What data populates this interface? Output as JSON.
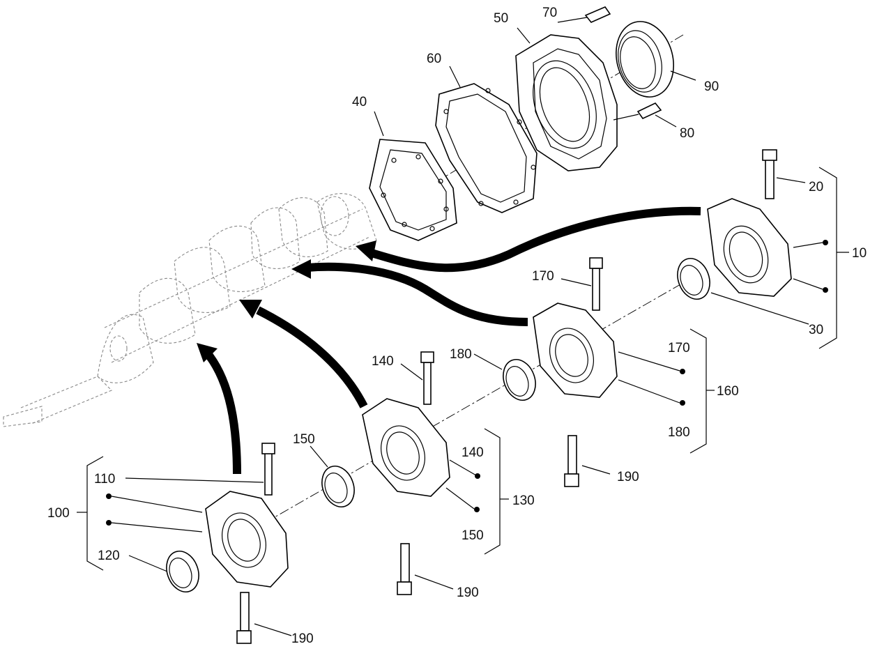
{
  "callouts": {
    "c10": "10",
    "c20": "20",
    "c30": "30",
    "c40": "40",
    "c50": "50",
    "c60": "60",
    "c70": "70",
    "c80": "80",
    "c90": "90",
    "c100": "100",
    "c110": "110",
    "c120": "120",
    "c130": "130",
    "c140a": "140",
    "c140b": "140",
    "c150a": "150",
    "c150b": "150",
    "c160": "160",
    "c170a": "170",
    "c170b": "170",
    "c180a": "180",
    "c180b": "180",
    "c190a": "190",
    "c190b": "190",
    "c190c": "190"
  }
}
